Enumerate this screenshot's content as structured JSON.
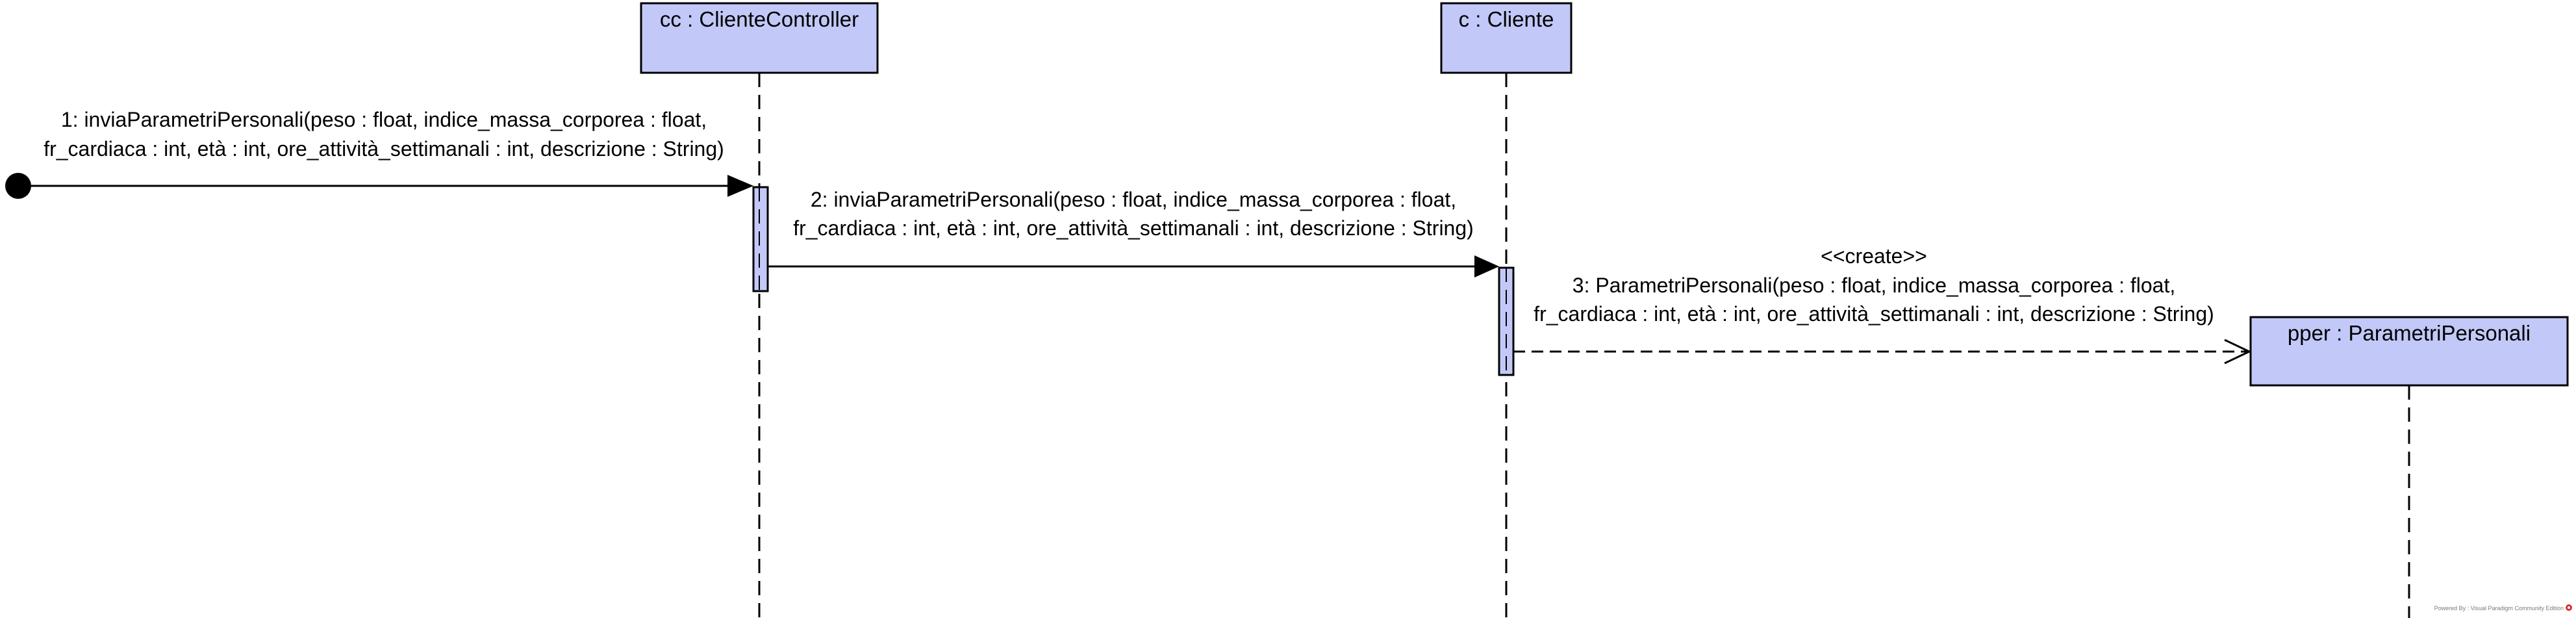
{
  "colors": {
    "box_fill": "#c2c9f8",
    "box_stroke": "#000000",
    "line": "#000000",
    "watermark_icon": "#d9302b"
  },
  "lifelines": [
    {
      "id": "cc",
      "label": "cc : ClienteController"
    },
    {
      "id": "c",
      "label": "c : Cliente"
    },
    {
      "id": "pper",
      "label": "pper : ParametriPersonali"
    }
  ],
  "messages": [
    {
      "lines": [
        "1: inviaParametriPersonali(peso : float, indice_massa_corporea : float,",
        "fr_cardiaca : int, età : int, ore_attività_settimanali : int, descrizione : String)"
      ]
    },
    {
      "lines": [
        "2: inviaParametriPersonali(peso : float, indice_massa_corporea : float,",
        "fr_cardiaca : int, età : int, ore_attività_settimanali : int, descrizione : String)"
      ]
    },
    {
      "stereotype": "<<create>>",
      "lines": [
        "3: ParametriPersonali(peso : float, indice_massa_corporea : float,",
        "fr_cardiaca : int, età : int, ore_attività_settimanali : int, descrizione : String)"
      ]
    }
  ],
  "watermark": "Powered By : Visual Paradigm Community Edition",
  "watermark_icon": "visual-paradigm-logo-icon"
}
